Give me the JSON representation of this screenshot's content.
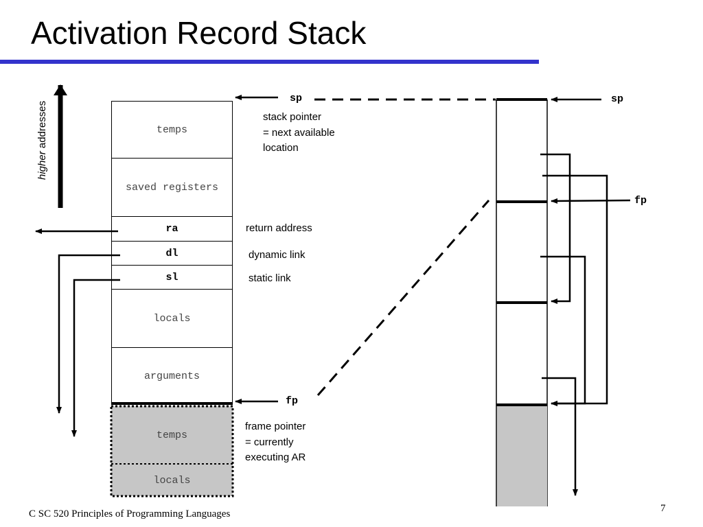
{
  "title": "Activation Record Stack",
  "axis_label": {
    "emphasis": "higher",
    "rest": " addresses"
  },
  "frame_cells": {
    "temps": "temps",
    "saved_registers": "saved registers",
    "ra": "ra",
    "dl": "dl",
    "sl": "sl",
    "locals": "locals",
    "arguments": "arguments"
  },
  "prev_frame_cells": {
    "temps": "temps",
    "locals": "locals"
  },
  "pointers": {
    "sp_left": "sp",
    "fp_left": "fp",
    "sp_right": "sp",
    "fp_right": "fp"
  },
  "annotations": {
    "stack_pointer": [
      "stack pointer",
      "= next available",
      "location"
    ],
    "return_address": "return address",
    "dynamic_link": "dynamic link",
    "static_link": "static link",
    "frame_pointer": [
      "frame pointer",
      "= currently",
      "executing AR"
    ]
  },
  "footer": "C SC 520 Principles of Programming Languages",
  "page_number": "7",
  "colors": {
    "title_rule": "#3333cc",
    "prev_frame": "#c6c6c6"
  }
}
